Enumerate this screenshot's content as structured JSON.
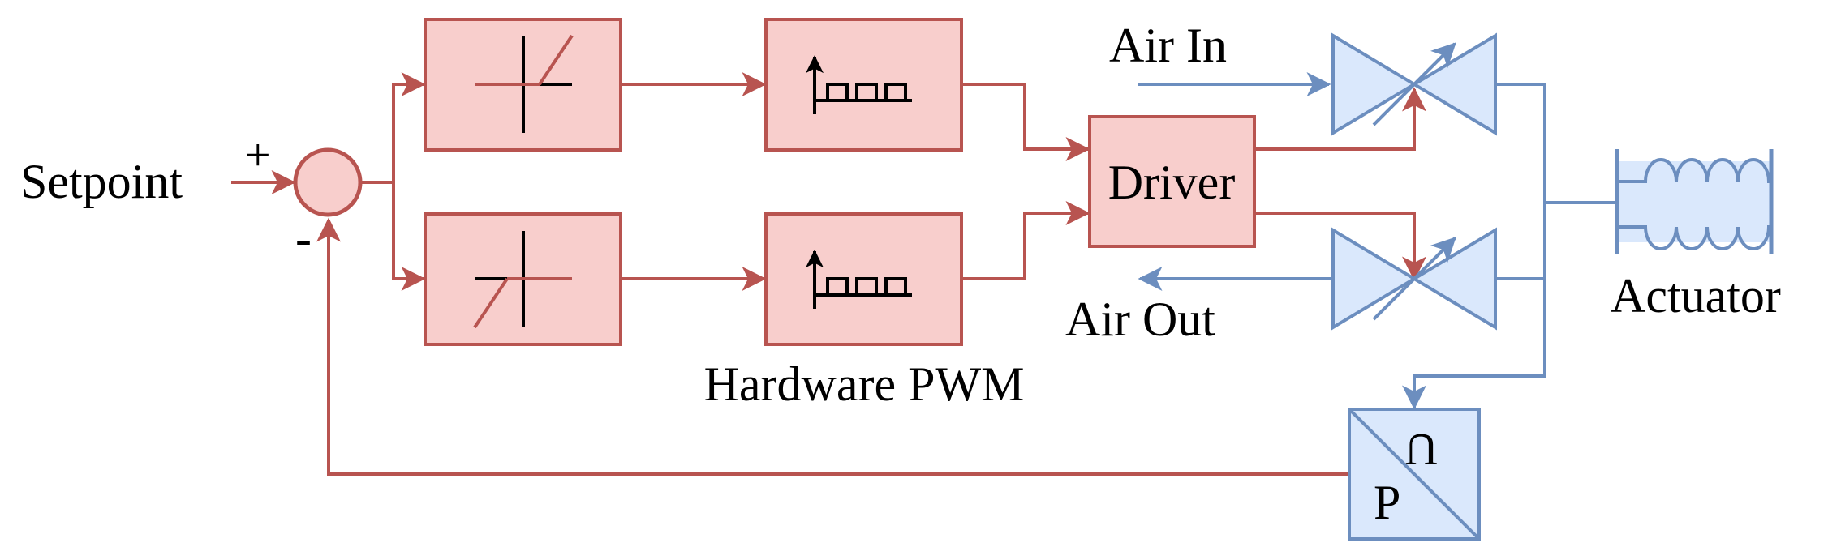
{
  "labels": {
    "setpoint": "Setpoint",
    "plus": "+",
    "minus": "-",
    "hardware_pwm": "Hardware PWM",
    "driver": "Driver",
    "air_in": "Air In",
    "air_out": "Air Out",
    "actuator": "Actuator",
    "sensor_p": "P",
    "sensor_u": "U"
  },
  "colors": {
    "red_stroke": "#b85450",
    "red_fill": "#f8cecc",
    "blue_stroke": "#6c8ebf",
    "blue_fill": "#dae8fc",
    "black": "#000000"
  },
  "icons": {
    "upper_nonlinearity": "positive-deadzone-icon",
    "lower_nonlinearity": "negative-deadzone-icon",
    "pwm_blocks": "pwm-pulse-train-icon",
    "valves": "adjustable-valve-icon",
    "actuator": "bellows-actuator-icon",
    "sensor": "pressure-to-voltage-transducer-icon"
  }
}
